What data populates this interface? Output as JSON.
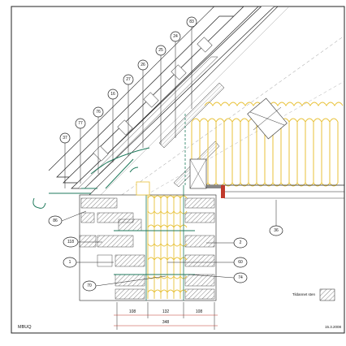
{
  "drawing": {
    "code": "MBUQ",
    "date": "15.3.2008",
    "legend_label": "Tildannet sten",
    "dimensions": {
      "segments": [
        "108",
        "132",
        "108"
      ],
      "total": "348"
    },
    "callouts": [
      "83",
      "24",
      "25",
      "26",
      "27",
      "16",
      "76",
      "77",
      "37",
      "86",
      "118",
      "1",
      "70",
      "2",
      "60",
      "74",
      "36"
    ]
  }
}
